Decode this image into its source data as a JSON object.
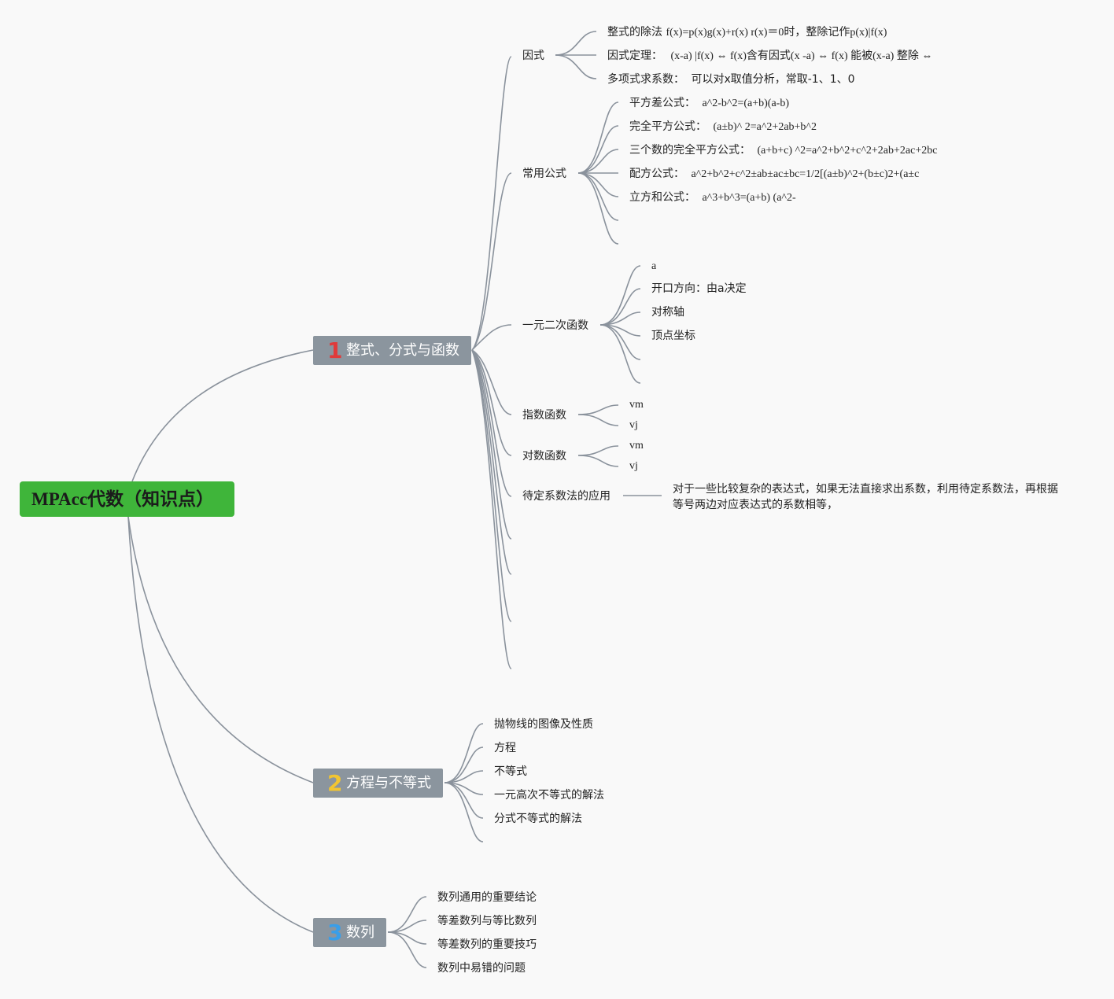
{
  "root": {
    "title": "MPAcc代数（知识点）"
  },
  "colors": {
    "root": "#3fb53a",
    "main": "#8b959e",
    "num1": "#e03a3a",
    "num2": "#f2c531",
    "num3": "#3a9ee8",
    "line": "#8a929c"
  },
  "branches": [
    {
      "num": "1",
      "label": "整式、分式与函数",
      "children": [
        {
          "label": "因式",
          "items": [
            {
              "label": "整式的除法",
              "detail": "f(x)=p(x)g(x)+r(x) r(x)＝0时，整除记作p(x)|f(x)"
            },
            {
              "label": "因式定理：",
              "detail": "(x-a) |f(x) ⇔ f(x)含有因式(x -a) ⇔ f(x) 能被(x-a) 整除 ⇔"
            },
            {
              "label": "多项式求系数：",
              "detail": "可以对x取值分析，常取-1、1、0"
            }
          ]
        },
        {
          "label": "常用公式",
          "items": [
            {
              "label": "平方差公式：",
              "detail": "a^2-b^2=(a+b)(a-b)"
            },
            {
              "label": "完全平方公式：",
              "detail": "(a±b)^ 2=a^2+2ab+b^2"
            },
            {
              "label": "三个数的完全平方公式：",
              "detail": "(a+b+c) ^2=a^2+b^2+c^2+2ab+2ac+2bc"
            },
            {
              "label": "配方公式：",
              "detail": "a^2+b^2+c^2±ab±ac±bc=1/2[(a±b)^2+(b±c)2+(a±c"
            },
            {
              "label": "立方和公式：",
              "detail": "a^3+b^3=(a+b) (a^2-"
            }
          ]
        },
        {
          "label": "一元二次函数",
          "items": [
            {
              "label": "a"
            },
            {
              "label": "开口方向：由a决定"
            },
            {
              "label": "对称轴"
            },
            {
              "label": "顶点坐标"
            }
          ]
        },
        {
          "label": "指数函数",
          "items": [
            {
              "label": "vm"
            },
            {
              "label": "vj"
            }
          ]
        },
        {
          "label": "对数函数",
          "items": [
            {
              "label": "vm"
            },
            {
              "label": "vj"
            }
          ]
        },
        {
          "label": "待定系数法的应用",
          "detail": "对于一些比较复杂的表达式，如果无法直接求出系数，利用待定系数法，再根据等号两边对应表达式的系数相等，"
        }
      ]
    },
    {
      "num": "2",
      "label": "方程与不等式",
      "children": [
        "抛物线的图像及性质",
        "方程",
        "不等式",
        "一元高次不等式的解法",
        "分式不等式的解法"
      ]
    },
    {
      "num": "3",
      "label": "数列",
      "children": [
        "数列通用的重要结论",
        "等差数列与等比数列",
        "等差数列的重要技巧",
        "数列中易错的问题"
      ]
    }
  ]
}
